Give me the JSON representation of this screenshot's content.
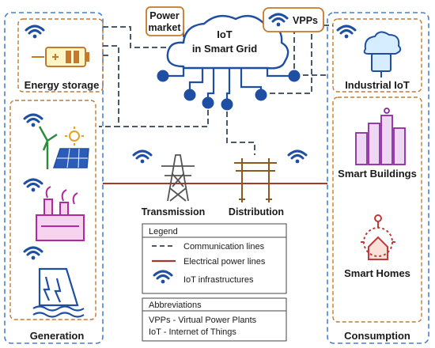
{
  "cloud": {
    "line1": "IoT",
    "line2": "in Smart Grid"
  },
  "power_market": {
    "line1": "Power",
    "line2": "market"
  },
  "vpps": "VPPs",
  "energy_storage": "Energy storage",
  "industrial_iot": "Industrial IoT",
  "smart_buildings": "Smart Buildings",
  "smart_homes": "Smart Homes",
  "transmission": "Transmission",
  "distribution": "Distribution",
  "generation": "Generation",
  "consumption": "Consumption",
  "legend": {
    "title": "Legend",
    "communication": "Communication lines",
    "electrical": "Electrical power lines",
    "iot": "IoT infrastructures"
  },
  "abbreviations": {
    "title": "Abbreviations",
    "line1": "VPPs - Virtual Power Plants",
    "line2": "IoT - Internet of Things"
  },
  "colors": {
    "blue": "#1f4fa3",
    "orange": "#c8782a",
    "red": "#a63a2a",
    "comm": "#4a5a6a"
  }
}
